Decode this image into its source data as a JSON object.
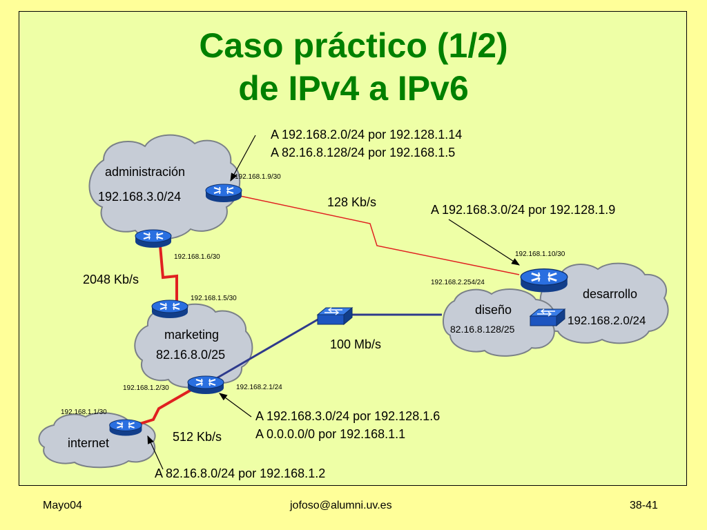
{
  "title": {
    "line1": "Caso práctico (1/2)",
    "line2": "de IPv4 a IPv6"
  },
  "colors": {
    "title": "#008000",
    "background": "#eeffa6",
    "cloud_fill": "#c6ccd6",
    "router": "#1f5fd0",
    "serial_link": "#e02020",
    "ethernet_link": "#2e3a8c"
  },
  "networks": {
    "administracion": {
      "name": "administración",
      "prefix": "192.168.3.0/24"
    },
    "marketing": {
      "name": "marketing",
      "prefix": "82.16.8.0/25"
    },
    "internet": {
      "name": "internet"
    },
    "diseno": {
      "name": "diseño",
      "prefix": "82.16.8.128/25"
    },
    "desarrollo": {
      "name": "desarrollo",
      "prefix": "192.168.2.0/24"
    }
  },
  "interfaces": {
    "admin_wan": "192.168.1.9/30",
    "admin_lan": "192.168.1.6/30",
    "marketing_top": "192.168.1.5/30",
    "marketing_wan": "192.168.1.2/30",
    "marketing_eth": "192.168.2.1/24",
    "internet": "192.168.1.1/30",
    "desarrollo_wan": "192.168.1.10/30",
    "desarrollo_lan": "192.168.2.254/24"
  },
  "links": {
    "admin_desarrollo": "128 Kb/s",
    "admin_marketing": "2048 Kb/s",
    "marketing_diseno": "100 Mb/s",
    "marketing_internet": "512 Kb/s"
  },
  "routes": {
    "admin": [
      "A 192.168.2.0/24 por 192.128.1.14",
      "A 82.16.8.128/24 por 192.168.1.5"
    ],
    "desarrollo": [
      "A 192.168.3.0/24 por 192.128.1.9"
    ],
    "marketing": [
      "A 192.168.3.0/24 por 192.128.1.6",
      "A 0.0.0.0/0 por 192.168.1.1"
    ],
    "internet": [
      "A 82.16.8.0/24 por 192.168.1.2"
    ]
  },
  "footer": {
    "left": "Mayo04",
    "center": "jofoso@alumni.uv.es",
    "right": "38-41"
  }
}
